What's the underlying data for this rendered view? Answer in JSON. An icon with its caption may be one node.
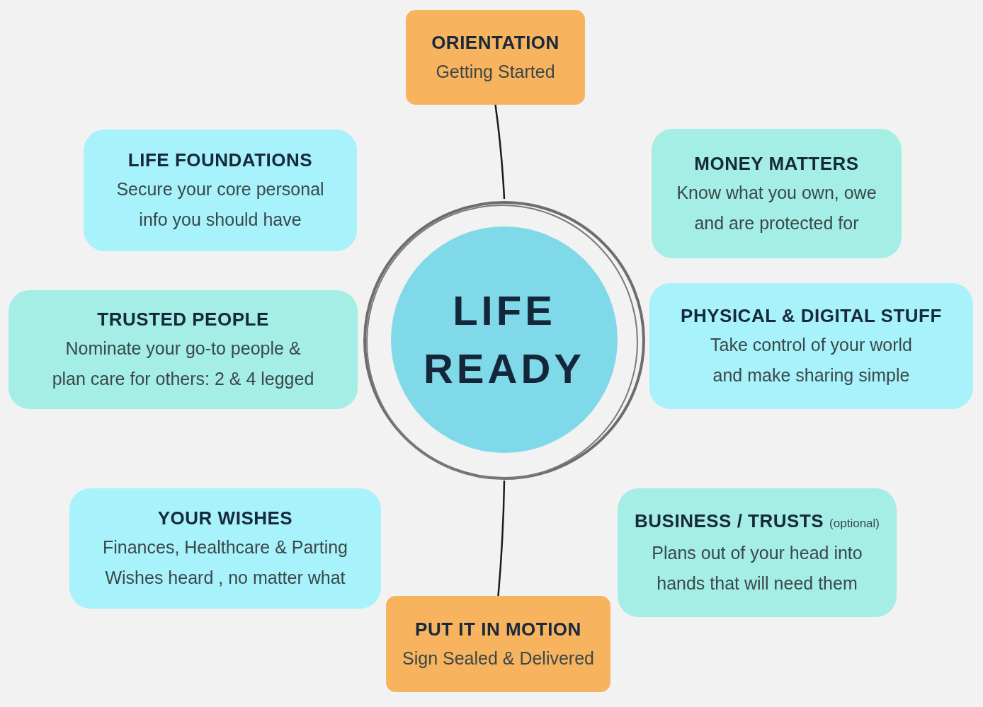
{
  "diagram": {
    "nodes": [
      {
        "text": [
          "ORIENTATION",
          "Getting Started"
        ]
      },
      {
        "text": [
          "LIFE FOUNDATIONS",
          "Secure your core personal info you should have"
        ]
      },
      {
        "text": [
          "MONEY MATTERS",
          "Know what you own, owe and are protected for"
        ]
      },
      {
        "text": [],
        "shape": "circle"
      },
      {
        "text": [
          "LIFE READY"
        ],
        "in": 3
      },
      {
        "text": [
          "TRUSTED PEOPLE",
          "Nominate your go-to people & plan care for others: 2 & 4 legged"
        ]
      },
      {
        "text": [
          "PHYSICAL & DIGITAL STUFF",
          "Take control of your world and make sharing simple"
        ]
      },
      {
        "text": [
          "YOUR WISHES",
          "Finances, Healthcare & Parting Wishes heard , no matter what"
        ]
      },
      {
        "text": [
          "BUSINESS / TRUSTS",
          "(optional)",
          "Plans out of your head into hands that will need them"
        ]
      },
      {
        "text": [
          "PUT IT IN MOTION",
          "Sign Sealed & Delivered"
        ]
      }
    ],
    "edges": [
      {
        "from": 0,
        "to": 3,
        "arrow": "none"
      },
      {
        "from": 3,
        "to": 9,
        "arrow": "none"
      }
    ]
  }
}
